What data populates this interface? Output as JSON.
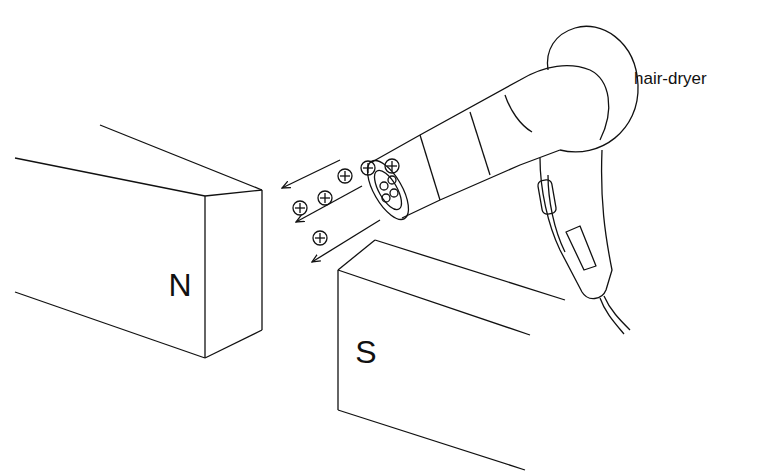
{
  "diagram": {
    "nodes": [
      {
        "text": [
          "N"
        ]
      },
      {
        "text": [
          "S"
        ]
      }
    ],
    "labels": [
      "hair-dryer"
    ]
  }
}
